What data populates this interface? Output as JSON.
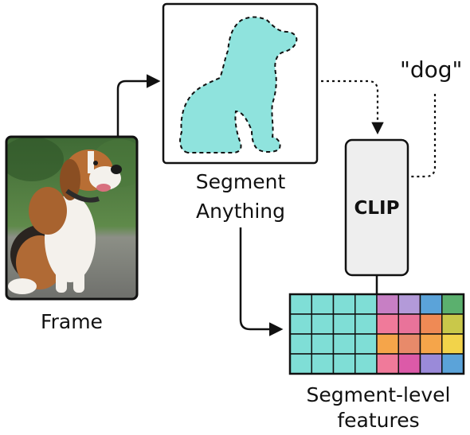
{
  "frame": {
    "label": "Frame",
    "image": "beagle-dog-photo"
  },
  "segmenter": {
    "label_line1": "Segment",
    "label_line2": "Anything",
    "mask_icon": "dog-silhouette-mask-icon"
  },
  "clip": {
    "label": "CLIP"
  },
  "text_query": {
    "label": "\"dog\""
  },
  "features": {
    "label_line1": "Segment-level",
    "label_line2": "features",
    "grid": {
      "rows": 4,
      "cols": 8,
      "cells": [
        [
          "#7fded6",
          "#7fded6",
          "#7fded6",
          "#7fded6",
          "#c77fc4",
          "#b39ad9",
          "#5ba3d9",
          "#5bb06e"
        ],
        [
          "#7fded6",
          "#7fded6",
          "#7fded6",
          "#7fded6",
          "#f07a9a",
          "#e9739a",
          "#ef8a55",
          "#c9c84a"
        ],
        [
          "#7fded6",
          "#7fded6",
          "#7fded6",
          "#7fded6",
          "#f5a54a",
          "#e88a6a",
          "#f5a54a",
          "#f2d34a"
        ],
        [
          "#7fded6",
          "#7fded6",
          "#7fded6",
          "#7fded6",
          "#f07a9a",
          "#dc5aa8",
          "#9a8ad9",
          "#5ba3d9"
        ]
      ]
    }
  },
  "colors": {
    "mask_fill": "#8fe3dd",
    "clip_box_fill": "#eeeeee",
    "stroke": "#111111"
  }
}
